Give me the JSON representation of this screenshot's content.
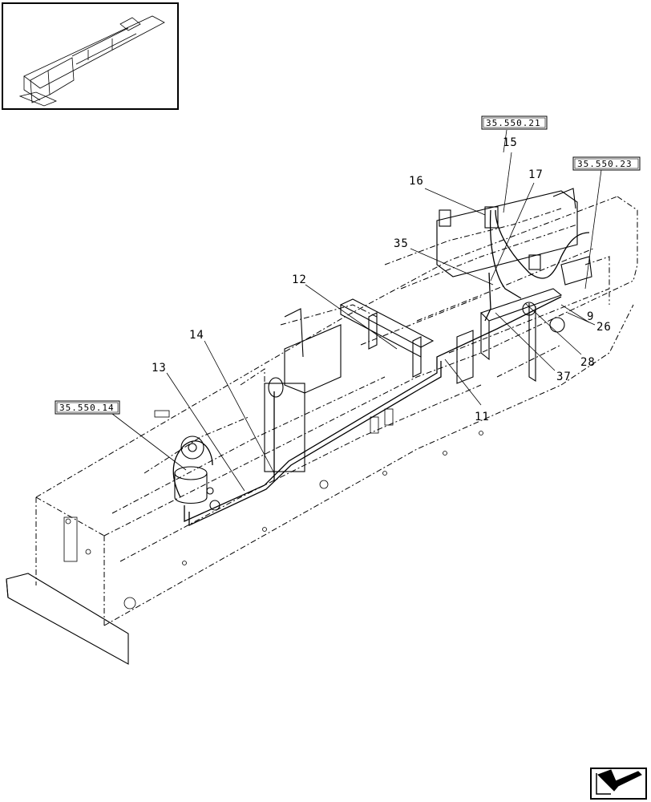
{
  "callouts": [
    {
      "id": "c15",
      "text": "15"
    },
    {
      "id": "c17",
      "text": "17"
    },
    {
      "id": "c16",
      "text": "16"
    },
    {
      "id": "c35",
      "text": "35"
    },
    {
      "id": "c12",
      "text": "12"
    },
    {
      "id": "c14",
      "text": "14"
    },
    {
      "id": "c13",
      "text": "13"
    },
    {
      "id": "c9",
      "text": "9"
    },
    {
      "id": "c26",
      "text": "26"
    },
    {
      "id": "c28",
      "text": "28"
    },
    {
      "id": "c37",
      "text": "37"
    },
    {
      "id": "c11",
      "text": "11"
    }
  ],
  "references": {
    "ref_a": "35.550.21",
    "ref_b": "35.550.23",
    "ref_c": "35.550.14"
  },
  "icons": {
    "thumbnail": "overview-thumbnail-icon",
    "navigation": "next-page-arrow-icon"
  }
}
